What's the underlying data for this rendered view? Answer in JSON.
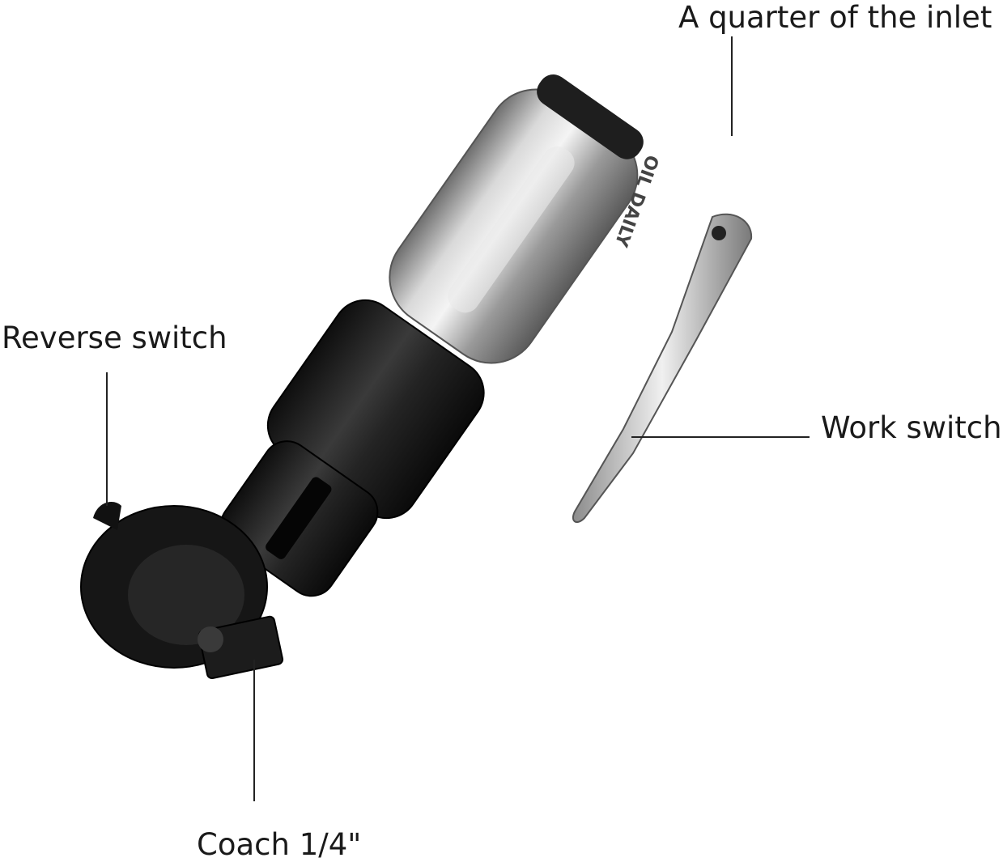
{
  "callouts": {
    "inlet": "A quarter of the inlet",
    "reverse_switch": "Reverse switch",
    "work_switch": "Work switch",
    "coach": "Coach 1/4\""
  },
  "body_marking": "OIL DAILY",
  "colors": {
    "background": "#ffffff",
    "label_text": "#1a1a1a",
    "leader_line": "#222222",
    "rubber_black": "#1b1b1b",
    "metal_silver": "#b8b8b8"
  }
}
